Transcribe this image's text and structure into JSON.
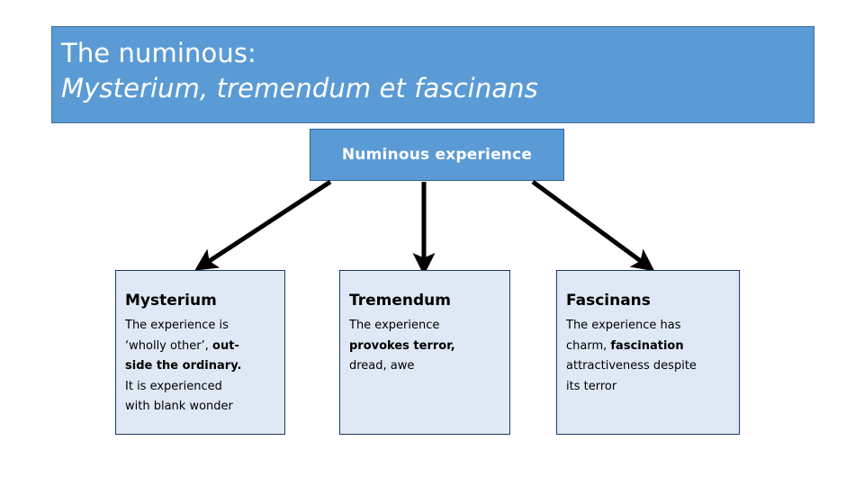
{
  "slide": {
    "background_color": "#FFFFFF",
    "accent_color": "#5B9BD5",
    "leaf_fill_color": "#DEE9F5",
    "leaf_border_color": "#1F3864",
    "arrow_color": "#000000"
  },
  "title": {
    "line1": "The numinous:",
    "line2": "Mysterium, tremendum et fascinans"
  },
  "root_node": {
    "label": "Numinous experience"
  },
  "branches": [
    {
      "key": "mysterium",
      "title": "Mysterium",
      "body_segments": [
        {
          "text": "The experience is ",
          "bold": false
        },
        {
          "text": "‘wholly other’, ",
          "bold": false
        },
        {
          "text": "out-side the ordinary.",
          "bold": true
        },
        {
          "text": " It is experienced with blank wonder",
          "bold": false
        }
      ],
      "body_lines": [
        "The experience is",
        "‘wholly other’, out-",
        "side the ordinary.",
        "It is experienced",
        "with blank wonder"
      ]
    },
    {
      "key": "tremendum",
      "title": "Tremendum",
      "body_segments": [
        {
          "text": "The experience ",
          "bold": false
        },
        {
          "text": "provokes terror,",
          "bold": true
        },
        {
          "text": " dread, awe",
          "bold": false
        }
      ],
      "body_lines": [
        "The experience",
        "provokes terror,",
        "dread, awe"
      ]
    },
    {
      "key": "fascinans",
      "title": "Fascinans",
      "body_segments": [
        {
          "text": "The experience has charm, ",
          "bold": false
        },
        {
          "text": "fascination",
          "bold": true
        },
        {
          "text": " attractiveness despite its terror",
          "bold": false
        }
      ],
      "body_lines": [
        "The experience has",
        "charm, fascination",
        "attractiveness despite",
        "its terror"
      ]
    }
  ],
  "connectors": [
    {
      "name": "arrow-to-mysterium",
      "direction": "down-left"
    },
    {
      "name": "arrow-to-tremendum",
      "direction": "down"
    },
    {
      "name": "arrow-to-fascinans",
      "direction": "down-right"
    }
  ]
}
